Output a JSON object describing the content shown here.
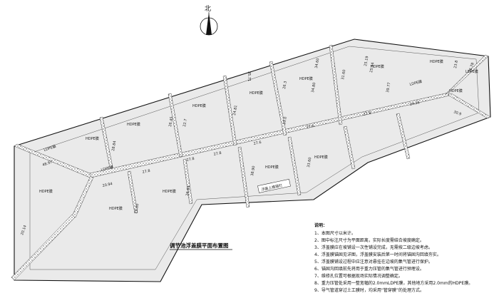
{
  "compass": {
    "label": "北"
  },
  "membrane_label": "HDPE膜",
  "float_membrane_label": "LDPE膜",
  "overflow_label": "浮盖上檐锚钉",
  "title": "调节池浮盖膜平面布置图",
  "dimensions": [
    "48.97",
    "20.94",
    "27.8",
    "27.8",
    "27.8",
    "27.6",
    "27.6",
    "27.8",
    "24.36",
    "30.9",
    "26.78",
    "25.94",
    "20.14",
    "35.71",
    "28.84",
    "22.7",
    "24.81",
    "26.3",
    "33.60",
    "34.80",
    "34.60",
    "31.60",
    "38.90",
    "39.77",
    "25.19",
    "26.45",
    "26.84",
    "19.00",
    "33.0",
    "23.8"
  ],
  "notes": {
    "heading": "说明：",
    "items": [
      "1、本图尺寸以米计。",
      "2、图中标注尺寸为平面距离，实际长度需结合坡度确定。",
      "3、浮盖膜应在坡铺设一次性铺设完成，无需按二级边坡考虑。",
      "4、浮盖膜锚固见详图，浮盖膜安装后第一时间将锚固沟回填夯实。",
      "5、浮盖膜铺设过程中应注意对悬挂在边坡的集气管进行保护。",
      "6、锚固沟回填前先将用于重力压管的集气管进行预埋设。",
      "7、维修孔位置可根据现场实际情况调整确定。",
      "8、重力压管处采用一整宽幅的2.0mmLDPE膜，其他地方采用2.0mm的HDPE膜。",
      "9、导气管道穿过土工膜时，均采用“管穿膜”的处理方式。"
    ]
  }
}
